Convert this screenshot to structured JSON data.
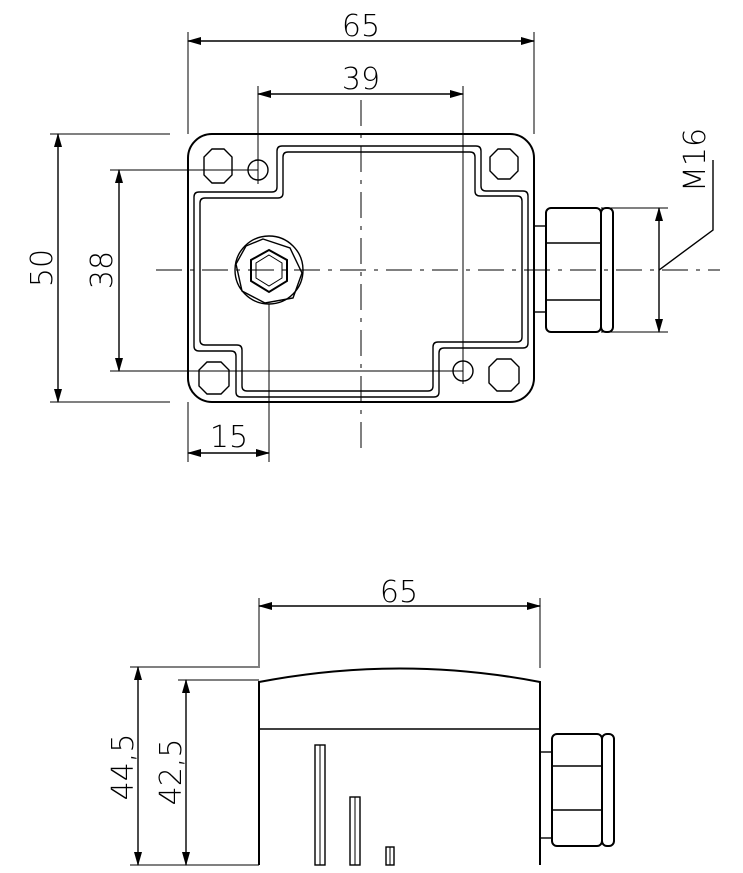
{
  "top_view": {
    "dim_width": "65",
    "dim_hole_spacing_x": "39",
    "dim_height": "50",
    "dim_hole_spacing_y": "38",
    "dim_offset": "15",
    "thread_label": "M16"
  },
  "side_view": {
    "dim_width": "65",
    "dim_height_total": "44,5",
    "dim_height_body": "42,5"
  }
}
